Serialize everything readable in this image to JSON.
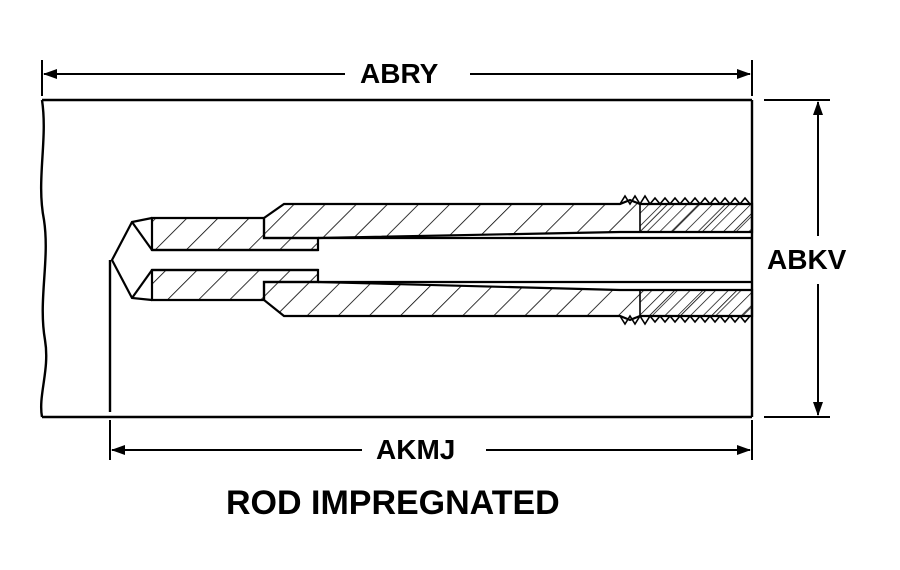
{
  "dimensions": {
    "overall_length": "ABRY",
    "rod_length": "AKMJ",
    "rod_diameter": "ABKV"
  },
  "caption": "ROD IMPREGNATED",
  "colors": {
    "ink": "#000000",
    "paper": "#ffffff"
  }
}
